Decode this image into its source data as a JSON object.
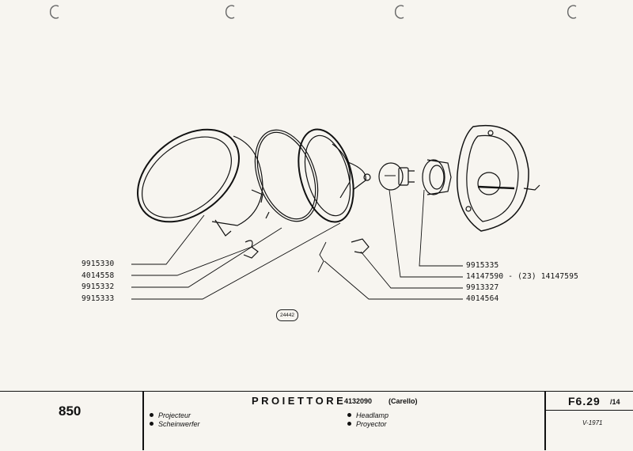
{
  "diagram": {
    "part_numbers_left": [
      "9915330",
      "4014558",
      "9915332",
      "9915333"
    ],
    "part_numbers_right": [
      "9915335",
      "14147590 - (23) 14147595",
      "9913327",
      "4014564"
    ],
    "reference_badge": "24442"
  },
  "footer": {
    "model": "850",
    "title": "PROIETTORE",
    "title_code": "4132090",
    "title_brand": "(Carello)",
    "languages_left": [
      "Projecteur",
      "Scheinwerfer"
    ],
    "languages_right": [
      "Headlamp",
      "Proyector"
    ],
    "sheet_number": "F6.29",
    "sheet_sub": "/14",
    "date": "V-1971"
  }
}
